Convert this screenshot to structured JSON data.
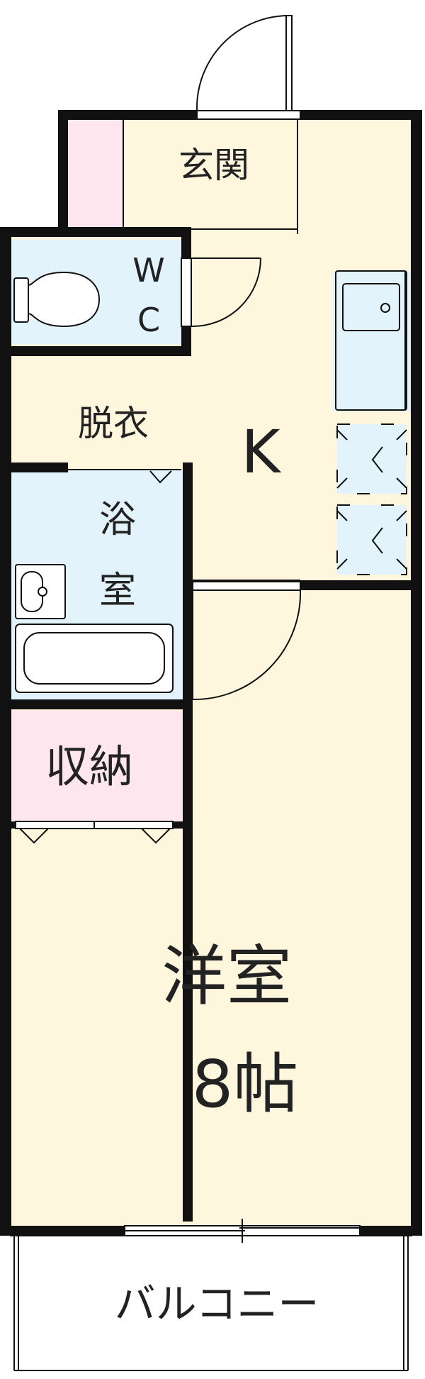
{
  "floorplan": {
    "rooms": {
      "entrance": "玄関",
      "wc_w": "W",
      "wc_c": "C",
      "dressing": "脱衣",
      "kitchen": "K",
      "bath_line1": "浴",
      "bath_line2": "室",
      "storage": "収納",
      "western_room": "洋室",
      "western_room_size": "8帖",
      "balcony": "バルコニー"
    },
    "colors": {
      "floor": "#FFF6DE",
      "wet_area": "#E3F3FB",
      "closet": "#FDE6EE",
      "wall": "#111111"
    }
  }
}
